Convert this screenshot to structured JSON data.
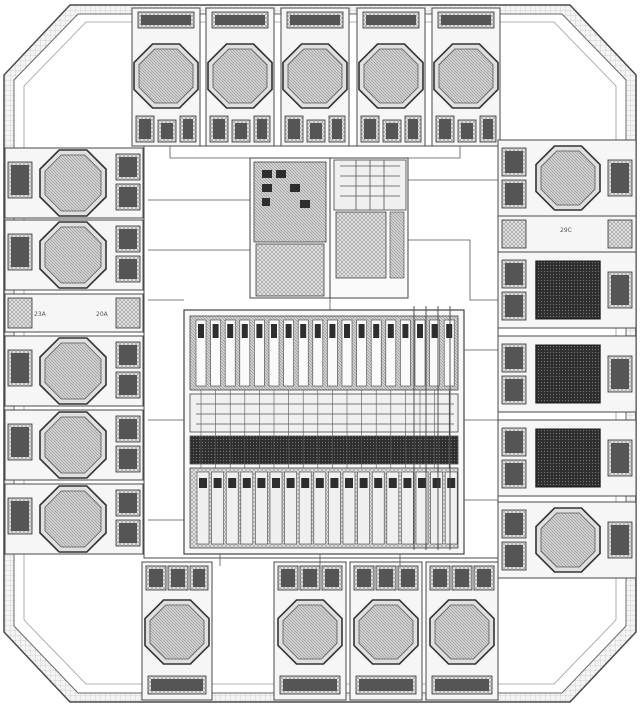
{
  "chip": {
    "colors": {
      "background": "#ffffff",
      "outline": "#4a4a4a",
      "hatch": "#9a9a9a",
      "pad_fill": "#bdbdbd",
      "dark_pad": "#2e2e2e",
      "wire": "#555555"
    },
    "pad_labels": {
      "left_a": "23A",
      "left_b": "20A",
      "right_a": "29C"
    },
    "pads": {
      "top": [
        {
          "name": "pad-top-1",
          "kind": "octagon"
        },
        {
          "name": "pad-top-2",
          "kind": "octagon"
        },
        {
          "name": "pad-top-3",
          "kind": "octagon"
        },
        {
          "name": "pad-top-4",
          "kind": "octagon"
        },
        {
          "name": "pad-top-5",
          "kind": "octagon"
        }
      ],
      "left": [
        {
          "name": "pad-left-1",
          "kind": "octagon"
        },
        {
          "name": "pad-left-2",
          "kind": "octagon"
        },
        {
          "name": "pad-left-3",
          "kind": "octagon"
        },
        {
          "name": "pad-left-4",
          "kind": "octagon"
        },
        {
          "name": "pad-left-5",
          "kind": "octagon"
        }
      ],
      "right": [
        {
          "name": "pad-right-1",
          "kind": "octagon"
        },
        {
          "name": "pad-right-2",
          "kind": "dark"
        },
        {
          "name": "pad-right-3",
          "kind": "dark"
        },
        {
          "name": "pad-right-4",
          "kind": "dark"
        },
        {
          "name": "pad-right-5",
          "kind": "octagon"
        }
      ],
      "bottom": [
        {
          "name": "pad-bottom-1",
          "kind": "octagon"
        },
        {
          "name": "pad-bottom-2",
          "kind": "octagon"
        },
        {
          "name": "pad-bottom-3",
          "kind": "octagon"
        },
        {
          "name": "pad-bottom-4",
          "kind": "octagon"
        }
      ]
    }
  }
}
